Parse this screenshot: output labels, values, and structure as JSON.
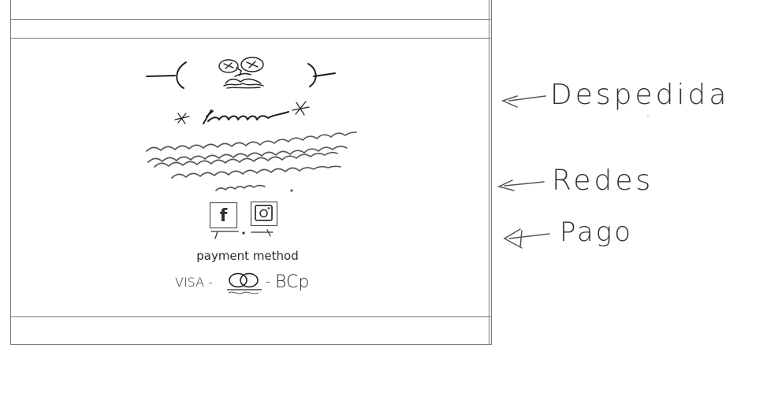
{
  "wireframe": {
    "social": {
      "facebook_glyph": "f",
      "icons": [
        "facebook-icon",
        "instagram-icon"
      ]
    },
    "payment": {
      "caption": "payment method",
      "visa": "VISA -",
      "separator": "-",
      "bank": "BCp"
    }
  },
  "annotations": [
    {
      "id": "despedida",
      "text": "Despedida"
    },
    {
      "id": "redes",
      "text": "Redes"
    },
    {
      "id": "pago",
      "text": "Pago"
    }
  ],
  "colors": {
    "ink": "#2a2a2a",
    "frame": "#7a7a7a",
    "background": "#ffffff"
  }
}
